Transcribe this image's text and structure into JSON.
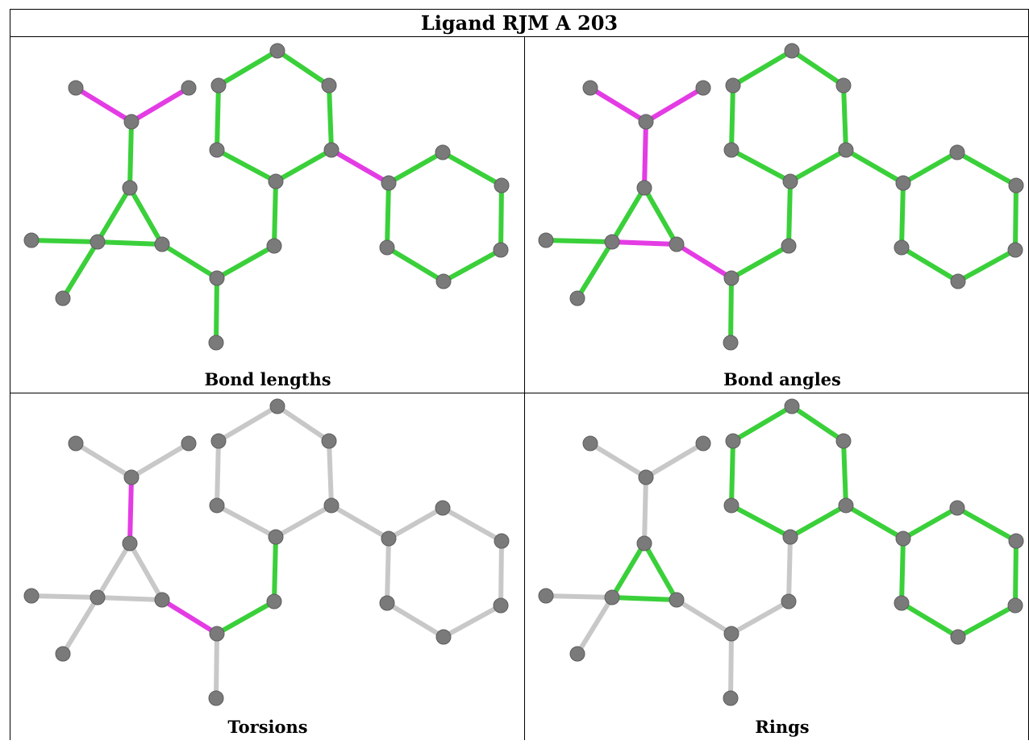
{
  "title": "Ligand RJM A 203",
  "colors": {
    "outlier": "#e43ce4",
    "ok": "#3ad03a",
    "neutral": "#c8c8c8",
    "atom": "#7a7a7a"
  },
  "panels": [
    {
      "caption": "Bond lengths",
      "bonds": [
        [
          "n1",
          "n3",
          "outlier"
        ],
        [
          "n2",
          "n3",
          "outlier"
        ],
        [
          "n3",
          "n4",
          "ok"
        ],
        [
          "n4",
          "n5",
          "ok"
        ],
        [
          "n4",
          "n6",
          "ok"
        ],
        [
          "n5",
          "n6",
          "ok"
        ],
        [
          "n7",
          "n5",
          "ok"
        ],
        [
          "n5",
          "n8",
          "ok"
        ],
        [
          "n6",
          "n9",
          "ok"
        ],
        [
          "n9",
          "n10",
          "ok"
        ],
        [
          "n9",
          "n11",
          "ok"
        ],
        [
          "n11",
          "n12",
          "ok"
        ],
        [
          "n12",
          "n13",
          "ok"
        ],
        [
          "n13",
          "n14",
          "outlier"
        ],
        [
          "n14",
          "n15",
          "ok"
        ],
        [
          "n15",
          "n16",
          "ok"
        ],
        [
          "n16",
          "n17",
          "ok"
        ],
        [
          "n17",
          "n18",
          "ok"
        ],
        [
          "n18",
          "n13",
          "ok"
        ],
        [
          "n14",
          "n19",
          "ok"
        ],
        [
          "n19",
          "n20",
          "ok"
        ],
        [
          "n20",
          "n21",
          "ok"
        ],
        [
          "n21",
          "n22",
          "ok"
        ],
        [
          "n22",
          "n23",
          "ok"
        ],
        [
          "n23",
          "n24",
          "ok"
        ],
        [
          "n24",
          "n19",
          "ok"
        ]
      ]
    },
    {
      "caption": "Bond angles",
      "bonds": [
        [
          "n1",
          "n3",
          "outlier"
        ],
        [
          "n2",
          "n3",
          "outlier"
        ],
        [
          "n3",
          "n4",
          "outlier"
        ],
        [
          "n4",
          "n5",
          "ok"
        ],
        [
          "n4",
          "n6",
          "ok"
        ],
        [
          "n5",
          "n6",
          "outlier"
        ],
        [
          "n7",
          "n5",
          "ok"
        ],
        [
          "n5",
          "n8",
          "ok"
        ],
        [
          "n6",
          "n9",
          "outlier"
        ],
        [
          "n9",
          "n10",
          "ok"
        ],
        [
          "n9",
          "n11",
          "ok"
        ],
        [
          "n11",
          "n12",
          "ok"
        ],
        [
          "n12",
          "n13",
          "ok"
        ],
        [
          "n13",
          "n14",
          "ok"
        ],
        [
          "n14",
          "n15",
          "ok"
        ],
        [
          "n15",
          "n16",
          "ok"
        ],
        [
          "n16",
          "n17",
          "ok"
        ],
        [
          "n17",
          "n18",
          "ok"
        ],
        [
          "n18",
          "n13",
          "ok"
        ],
        [
          "n14",
          "n19",
          "ok"
        ],
        [
          "n19",
          "n20",
          "ok"
        ],
        [
          "n20",
          "n21",
          "ok"
        ],
        [
          "n21",
          "n22",
          "ok"
        ],
        [
          "n22",
          "n23",
          "ok"
        ],
        [
          "n23",
          "n24",
          "ok"
        ],
        [
          "n24",
          "n19",
          "ok"
        ]
      ]
    },
    {
      "caption": "Torsions",
      "bonds": [
        [
          "n1",
          "n3",
          "neutral"
        ],
        [
          "n2",
          "n3",
          "neutral"
        ],
        [
          "n3",
          "n4",
          "outlier"
        ],
        [
          "n4",
          "n5",
          "neutral"
        ],
        [
          "n4",
          "n6",
          "neutral"
        ],
        [
          "n5",
          "n6",
          "neutral"
        ],
        [
          "n7",
          "n5",
          "neutral"
        ],
        [
          "n5",
          "n8",
          "neutral"
        ],
        [
          "n6",
          "n9",
          "outlier"
        ],
        [
          "n9",
          "n10",
          "neutral"
        ],
        [
          "n9",
          "n11",
          "ok"
        ],
        [
          "n11",
          "n12",
          "ok"
        ],
        [
          "n12",
          "n13",
          "neutral"
        ],
        [
          "n13",
          "n14",
          "neutral"
        ],
        [
          "n14",
          "n15",
          "neutral"
        ],
        [
          "n15",
          "n16",
          "neutral"
        ],
        [
          "n16",
          "n17",
          "neutral"
        ],
        [
          "n17",
          "n18",
          "neutral"
        ],
        [
          "n18",
          "n13",
          "neutral"
        ],
        [
          "n14",
          "n19",
          "ok"
        ],
        [
          "n19",
          "n20",
          "neutral"
        ],
        [
          "n20",
          "n21",
          "neutral"
        ],
        [
          "n21",
          "n22",
          "neutral"
        ],
        [
          "n22",
          "n23",
          "neutral"
        ],
        [
          "n23",
          "n24",
          "neutral"
        ],
        [
          "n24",
          "n19",
          "neutral"
        ]
      ]
    },
    {
      "caption": "Rings",
      "bonds": [
        [
          "n1",
          "n3",
          "neutral"
        ],
        [
          "n2",
          "n3",
          "neutral"
        ],
        [
          "n3",
          "n4",
          "neutral"
        ],
        [
          "n4",
          "n5",
          "ok"
        ],
        [
          "n4",
          "n6",
          "ok"
        ],
        [
          "n5",
          "n6",
          "ok"
        ],
        [
          "n7",
          "n5",
          "neutral"
        ],
        [
          "n5",
          "n8",
          "neutral"
        ],
        [
          "n6",
          "n9",
          "neutral"
        ],
        [
          "n9",
          "n10",
          "neutral"
        ],
        [
          "n9",
          "n11",
          "neutral"
        ],
        [
          "n11",
          "n12",
          "neutral"
        ],
        [
          "n12",
          "n13",
          "ok"
        ],
        [
          "n13",
          "n14",
          "ok"
        ],
        [
          "n14",
          "n15",
          "ok"
        ],
        [
          "n15",
          "n16",
          "ok"
        ],
        [
          "n16",
          "n17",
          "ok"
        ],
        [
          "n17",
          "n18",
          "ok"
        ],
        [
          "n18",
          "n13",
          "ok"
        ],
        [
          "n14",
          "n19",
          "neutral"
        ],
        [
          "n19",
          "n20",
          "ok"
        ],
        [
          "n20",
          "n21",
          "ok"
        ],
        [
          "n21",
          "n22",
          "ok"
        ],
        [
          "n22",
          "n23",
          "ok"
        ],
        [
          "n23",
          "n24",
          "ok"
        ],
        [
          "n24",
          "n19",
          "ok"
        ]
      ]
    }
  ]
}
